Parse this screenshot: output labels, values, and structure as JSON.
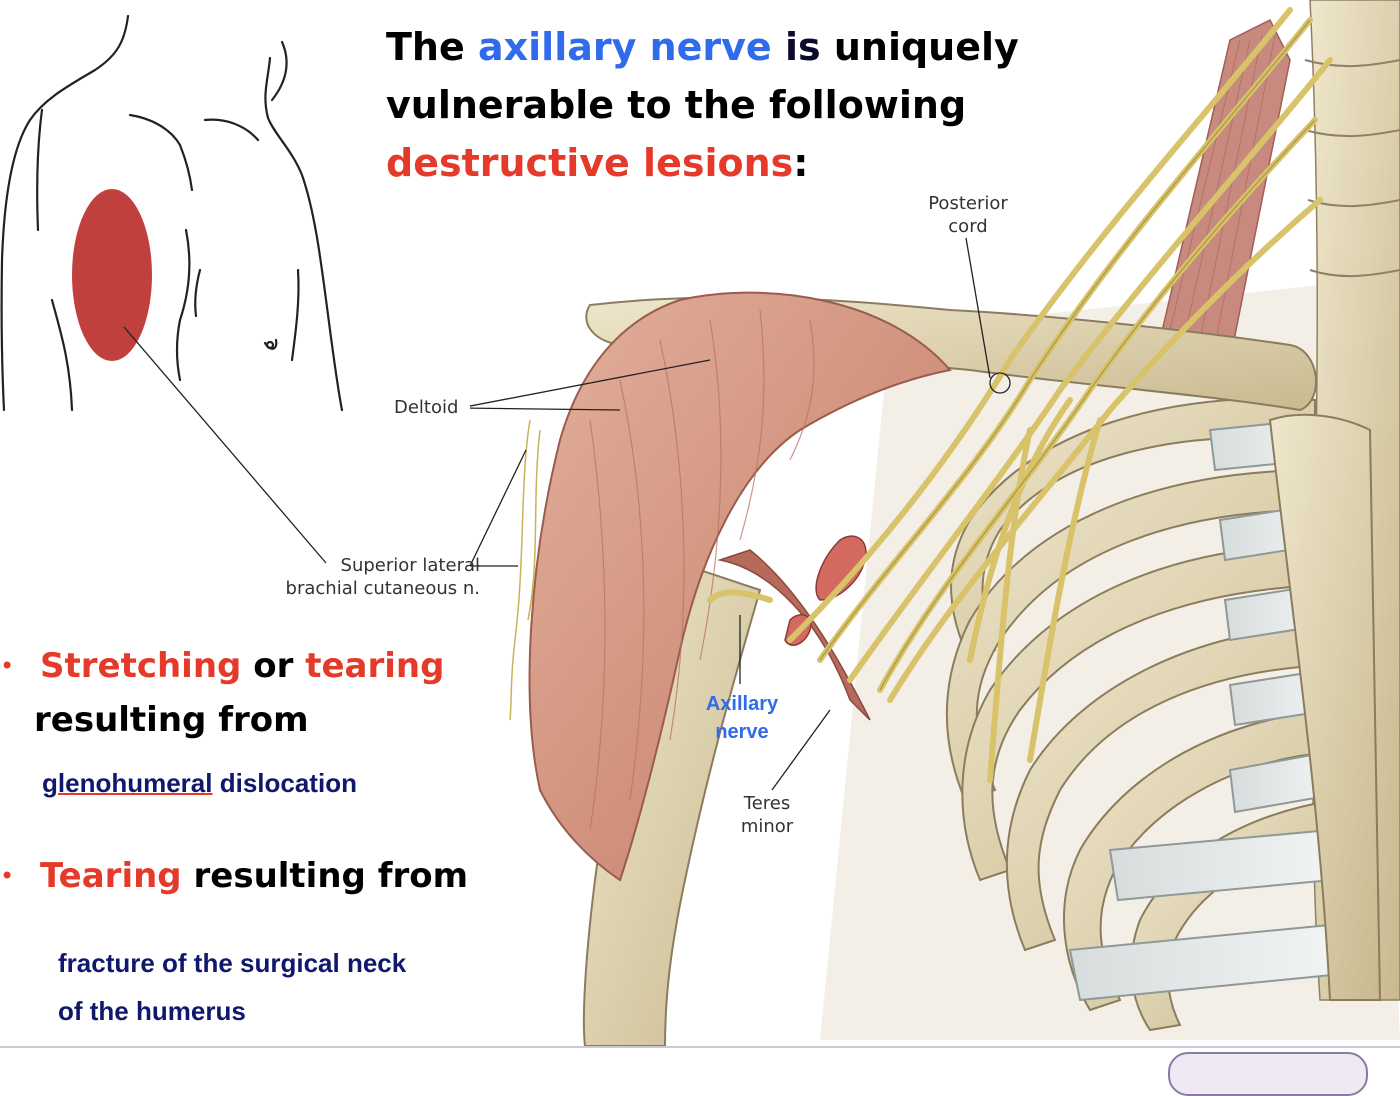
{
  "title": {
    "w1": "The",
    "w2": "axillary nerve",
    "w3": "is",
    "w4": "uniquely",
    "line2": "vulnerable to the following",
    "line3_red": "destructive lesions",
    "line3_end": ":"
  },
  "bullets": [
    {
      "lead": "Stretching",
      "mid": "or",
      "lead2": "tearing",
      "cont": "resulting from",
      "sub_underlined": "glenohumeral",
      "sub_rest": "dislocation"
    },
    {
      "lead": "Tearing",
      "cont": "resulting from",
      "sub_line1": "fracture of the surgical neck",
      "sub_line2": "of the humerus"
    }
  ],
  "bullet_symbol": "•",
  "labels": {
    "posterior_cord": [
      "Posterior",
      "cord"
    ],
    "deltoid": "Deltoid",
    "superior_lateral": [
      "Superior lateral",
      "brachial cutaneous n."
    ],
    "axillary_nerve": [
      "Axillary",
      "nerve"
    ],
    "teres_minor": [
      "Teres",
      "minor"
    ]
  },
  "colors": {
    "accent_blue": "#2f6bea",
    "accent_red": "#e53a2a",
    "dark_blue": "#10186e",
    "sensory_patch": "#c0403e",
    "muscle": "#d59a86",
    "nerve": "#d8c36a",
    "bone": "#e6dcbf"
  },
  "icons": [
    "torso-sketch",
    "anatomy-shoulder-illustration"
  ]
}
